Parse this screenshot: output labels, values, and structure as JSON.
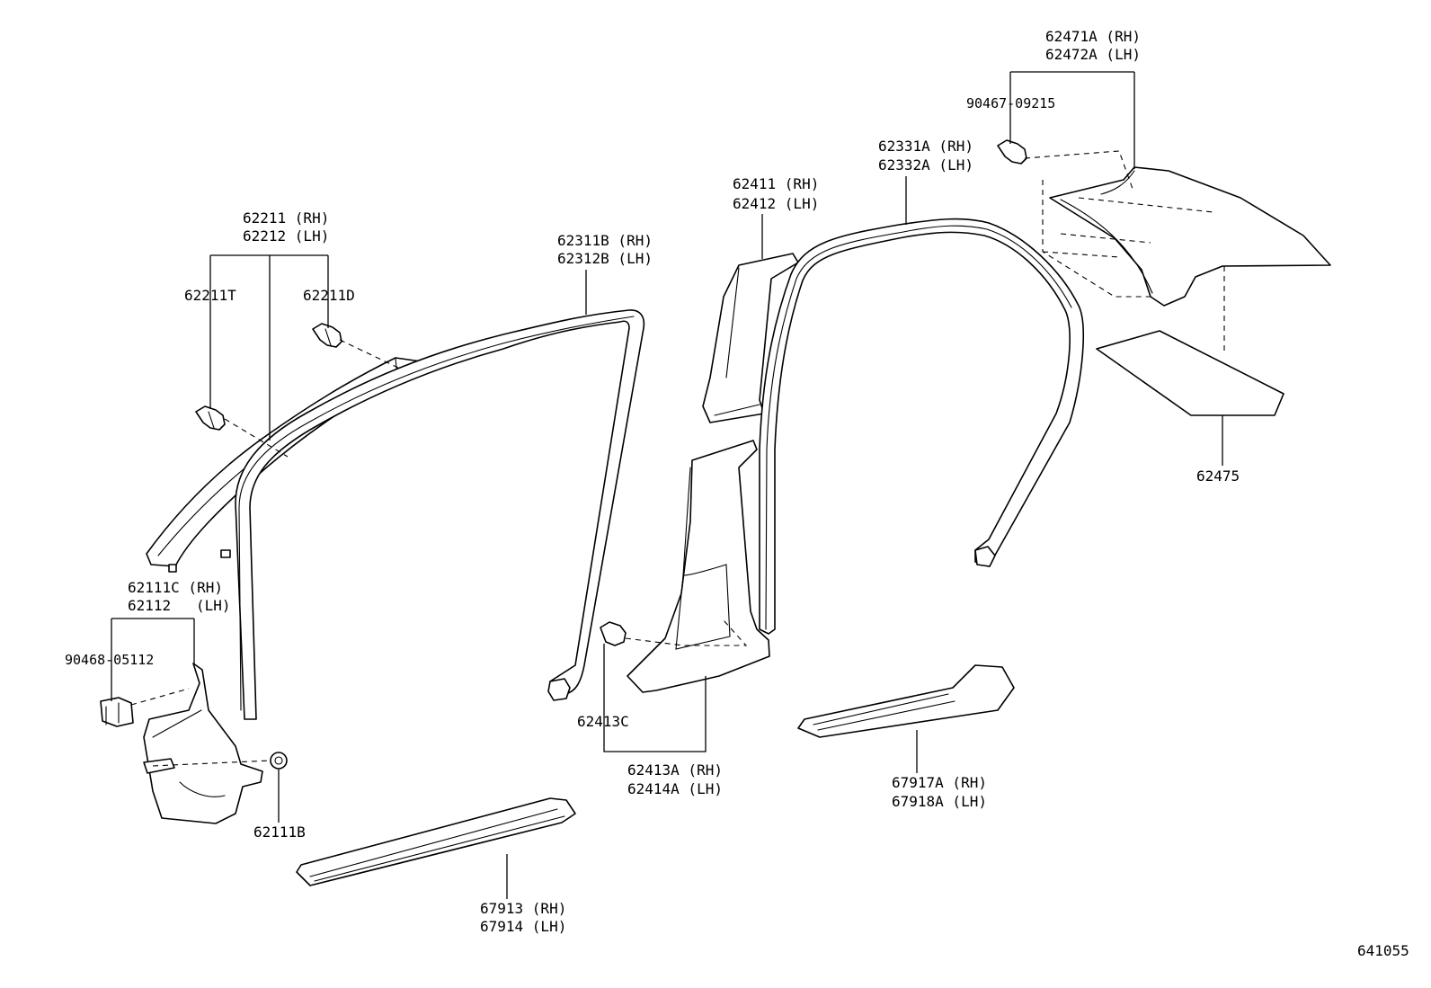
{
  "diagram_id": "641055",
  "labels": {
    "p62211_rh": "62211 (RH)",
    "p62212_lh": "62212 (LH)",
    "p62211t": "62211T",
    "p62211d": "62211D",
    "p62311b_rh": "62311B (RH)",
    "p62312b_lh": "62312B (LH)",
    "p62111c_rh": "62111C (RH)",
    "p62112_lh": "62112",
    "p62112_lh_suffix": "(LH)",
    "p90468": "90468-05112",
    "p62111b": "62111B",
    "p67913_rh": "67913 (RH)",
    "p67914_lh": "67914 (LH)",
    "p62411_rh": "62411 (RH)",
    "p62412_lh": "62412 (LH)",
    "p62413c": "62413C",
    "p62413a_rh": "62413A (RH)",
    "p62414a_lh": "62414A (LH)",
    "p62331a_rh": "62331A (RH)",
    "p62332a_lh": "62332A (LH)",
    "p62471a_rh": "62471A (RH)",
    "p62472a_lh": "62472A (LH)",
    "p90467": "90467-09215",
    "p62475": "62475",
    "p67917a_rh": "67917A (RH)",
    "p67918a_lh": "67918A (LH)"
  }
}
